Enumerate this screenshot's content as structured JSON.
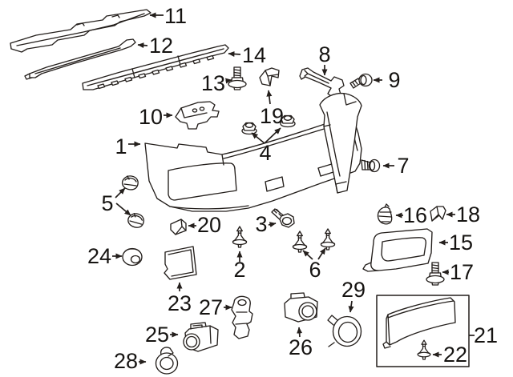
{
  "diagram": {
    "background_color": "#ffffff",
    "line_color": "#241f1c",
    "callouts": {
      "c1": {
        "number": "1"
      },
      "c2": {
        "number": "2"
      },
      "c3": {
        "number": "3"
      },
      "c4": {
        "number": "4"
      },
      "c5": {
        "number": "5"
      },
      "c6": {
        "number": "6"
      },
      "c7": {
        "number": "7"
      },
      "c8": {
        "number": "8"
      },
      "c9": {
        "number": "9"
      },
      "c10": {
        "number": "10"
      },
      "c11": {
        "number": "11"
      },
      "c12": {
        "number": "12"
      },
      "c13": {
        "number": "13"
      },
      "c14": {
        "number": "14"
      },
      "c15": {
        "number": "15"
      },
      "c16": {
        "number": "16"
      },
      "c17": {
        "number": "17"
      },
      "c18": {
        "number": "18"
      },
      "c19": {
        "number": "19"
      },
      "c20": {
        "number": "20"
      },
      "c21": {
        "number": "21"
      },
      "c22": {
        "number": "22"
      },
      "c23": {
        "number": "23"
      },
      "c24": {
        "number": "24"
      },
      "c25": {
        "number": "25"
      },
      "c26": {
        "number": "26"
      },
      "c27": {
        "number": "27"
      },
      "c28": {
        "number": "28"
      },
      "c29": {
        "number": "29"
      }
    }
  }
}
